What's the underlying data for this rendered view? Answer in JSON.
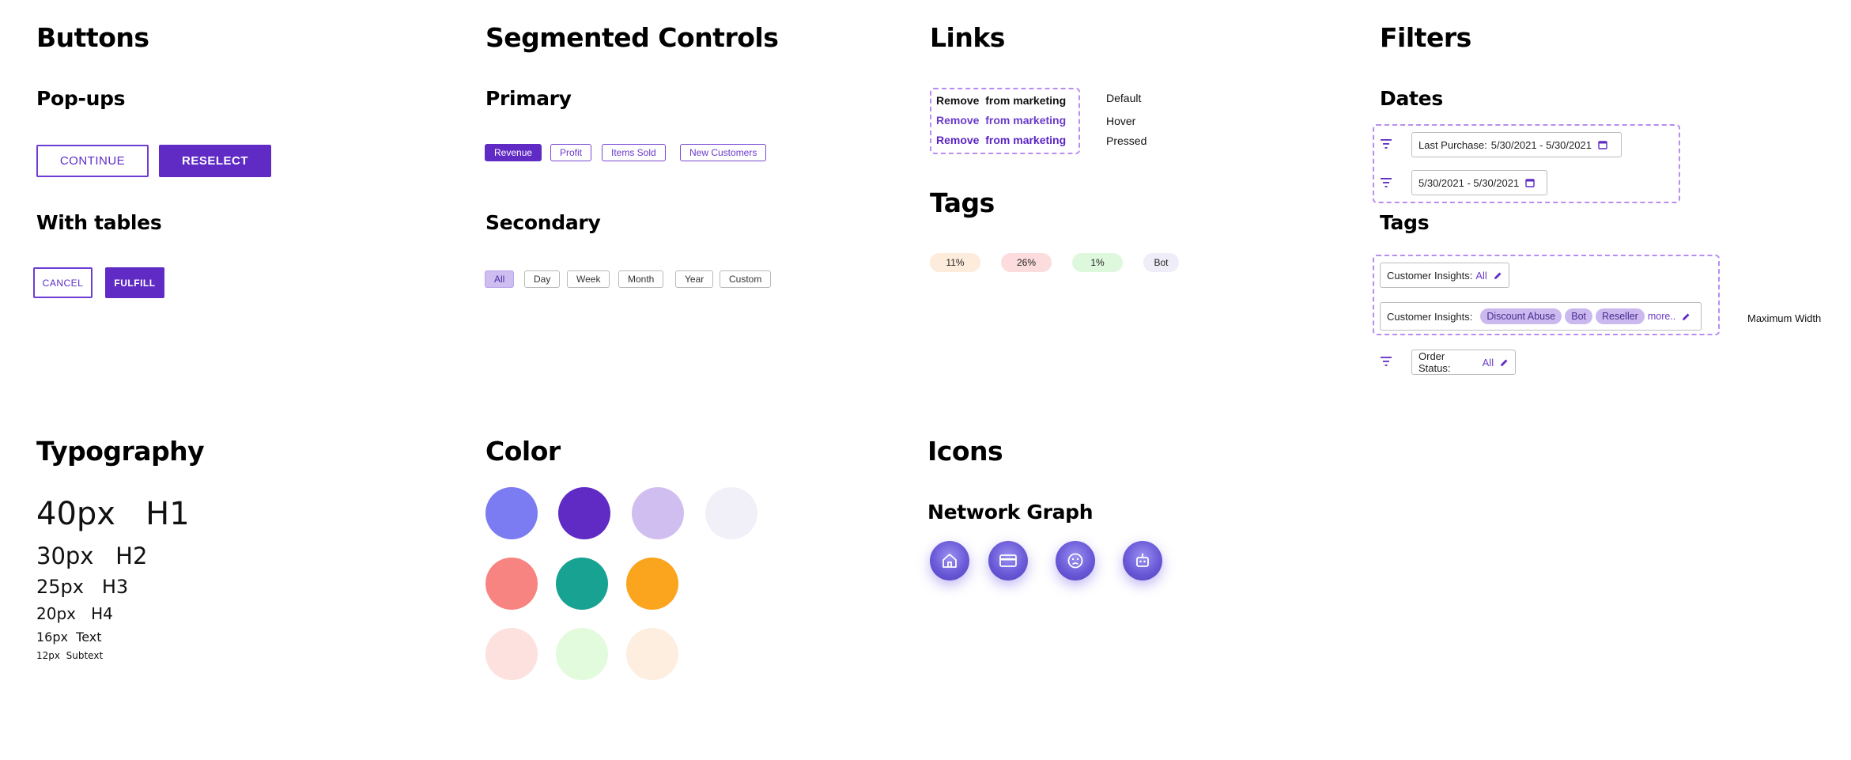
{
  "buttons": {
    "title": "Buttons",
    "popups": {
      "title": "Pop-ups",
      "continue": "CONTINUE",
      "reselect": "RESELECT"
    },
    "tables": {
      "title": "With tables",
      "cancel": "CANCEL",
      "fulfill": "FULFILL"
    }
  },
  "segmented": {
    "title": "Segmented Controls",
    "primary": {
      "title": "Primary",
      "items": [
        "Revenue",
        "Profit",
        "Items Sold",
        "New Customers"
      ],
      "active": "Revenue"
    },
    "secondary": {
      "title": "Secondary",
      "items": [
        "All",
        "Day",
        "Week",
        "Month",
        "Year",
        "Custom"
      ],
      "active": "All"
    }
  },
  "links": {
    "title": "Links",
    "items": [
      {
        "text": "Remove  from marketing",
        "state": "Default",
        "color": "#111111"
      },
      {
        "text": "Remove  from marketing",
        "state": "Hover",
        "color": "#6a3bc8"
      },
      {
        "text": "Remove  from marketing",
        "state": "Pressed",
        "color": "#5a25c2"
      }
    ]
  },
  "tags": {
    "title": "Tags",
    "items": [
      {
        "text": "11%",
        "bg": "#fdebdc"
      },
      {
        "text": "26%",
        "bg": "#fcdcdc"
      },
      {
        "text": "1%",
        "bg": "#def8dd"
      },
      {
        "text": "Bot",
        "bg": "#eeedf8"
      }
    ]
  },
  "filters": {
    "title": "Filters",
    "dates": {
      "title": "Dates",
      "rows": [
        {
          "label": "Last Purchase:",
          "value": "5/30/2021 - 5/30/2021"
        },
        {
          "label": "",
          "value": "5/30/2021 - 5/30/2021"
        }
      ]
    },
    "tags": {
      "title": "Tags",
      "row1": {
        "label": "Customer Insights:",
        "value": "All"
      },
      "row2": {
        "label": "Customer Insights:",
        "pills": [
          "Discount Abuse",
          "Bot",
          "Reseller"
        ],
        "more": "more.."
      },
      "max_width": "Maximum Width",
      "order": {
        "label": "Order Status:",
        "value": "All"
      }
    }
  },
  "typography": {
    "title": "Typography",
    "rows": [
      {
        "size": "40px",
        "name": "H1"
      },
      {
        "size": "30px",
        "name": "H2"
      },
      {
        "size": "25px",
        "name": "H3"
      },
      {
        "size": "20px",
        "name": "H4"
      },
      {
        "size": "16px",
        "name": "Text"
      },
      {
        "size": "12px",
        "name": "Subtext"
      }
    ]
  },
  "color": {
    "title": "Color",
    "swatches": [
      "#7b7bf2",
      "#5f2bc4",
      "#d1bef0",
      "#f1f0f8",
      "#f88481",
      "#17a291",
      "#fba41e",
      "#fde1df",
      "#e2fbdd",
      "#fdeedf"
    ]
  },
  "icons": {
    "title": "Icons",
    "network": {
      "title": "Network Graph",
      "items": [
        "home-icon",
        "credit-card-icon",
        "sad-face-icon",
        "robot-icon"
      ]
    }
  }
}
